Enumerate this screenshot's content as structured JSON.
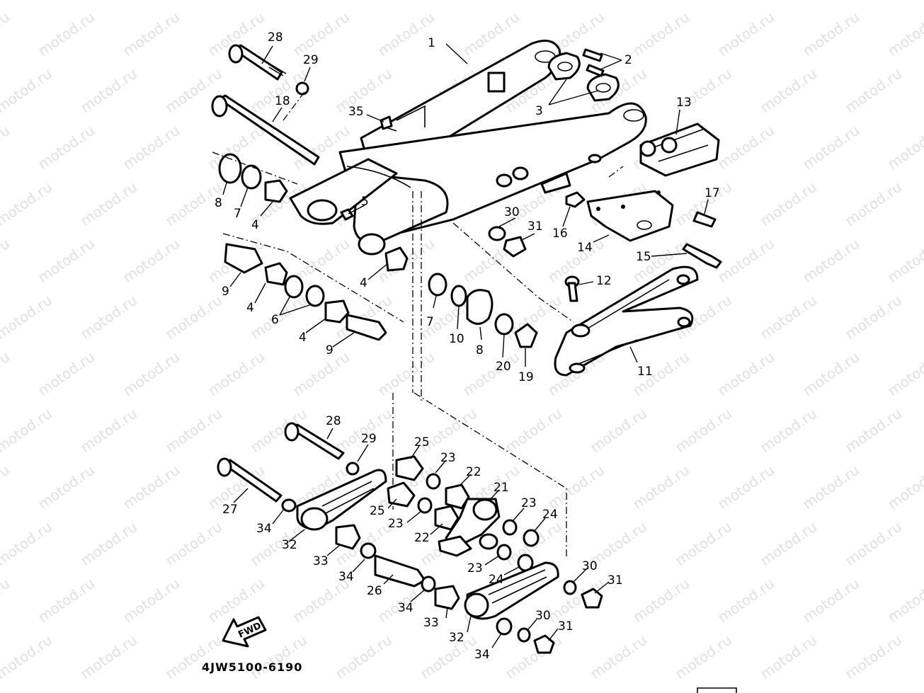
{
  "watermark": "motod.ru",
  "diagram_code": "4JW5100-6190",
  "direction_label": "FWD",
  "callouts": [
    "1",
    "2",
    "3",
    "4",
    "5",
    "6",
    "7",
    "8",
    "9",
    "10",
    "11",
    "12",
    "13",
    "14",
    "15",
    "16",
    "17",
    "18",
    "19",
    "20",
    "21",
    "22",
    "23",
    "24",
    "25",
    "26",
    "27",
    "28",
    "29",
    "30",
    "31",
    "32",
    "33",
    "34",
    "35"
  ]
}
